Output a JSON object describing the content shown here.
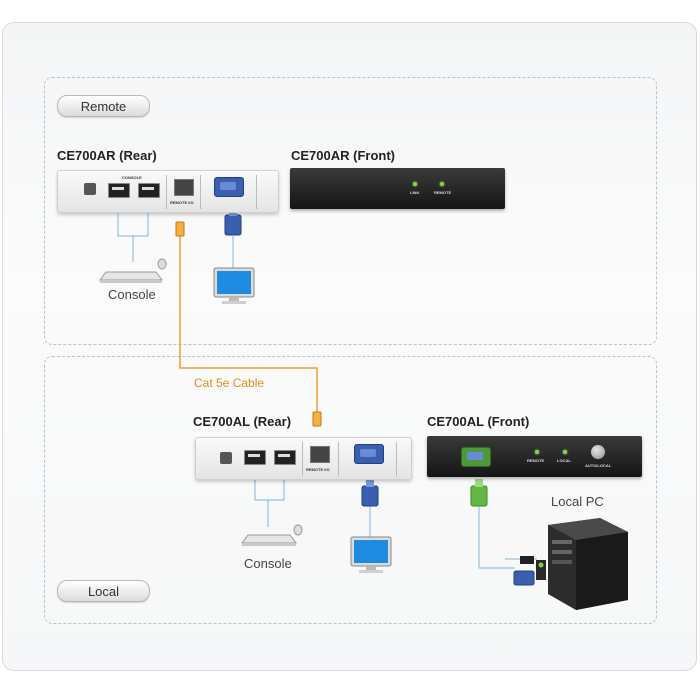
{
  "zones": {
    "remote_label": "Remote",
    "local_label": "Local"
  },
  "remote": {
    "rear_title": "CE700AR (Rear)",
    "front_title": "CE700AR (Front)",
    "console_label": "Console",
    "rear_ports": {
      "console": "CONSOLE",
      "remote_io": "REMOTE I/O"
    },
    "front_leds": {
      "link": "LINK",
      "remote": "REMOTE"
    }
  },
  "cable": {
    "label": "Cat 5e Cable",
    "color": "#f0a030"
  },
  "local": {
    "rear_title": "CE700AL (Rear)",
    "front_title": "CE700AL (Front)",
    "console_label": "Console",
    "pc_label": "Local PC",
    "rear_ports": {
      "remote_io": "REMOTE I/O"
    },
    "front_leds": {
      "remote": "REMOTE",
      "local": "LOCAL",
      "auto_local": "AUTO/LOCAL"
    }
  },
  "colors": {
    "zone_border": "#a9c6da",
    "cable": "#f0a030",
    "link_line": "#7fb6d8",
    "vga": "#3a5fb0"
  }
}
